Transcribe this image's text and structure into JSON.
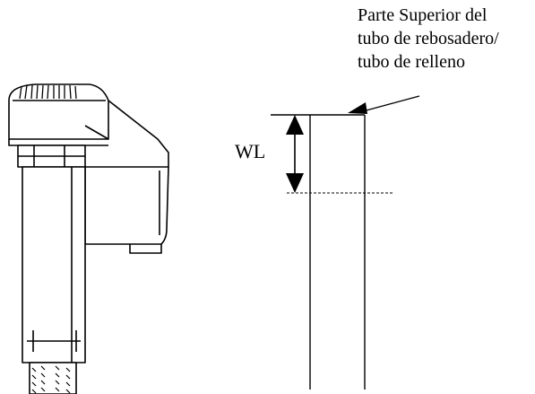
{
  "callout": {
    "line1": "Parte Superior del",
    "line2": "tubo de rebosadero/",
    "line3": "tubo de relleno"
  },
  "water_level_label": "WL",
  "colors": {
    "ink": "#000000",
    "background": "#ffffff"
  },
  "components": [
    "flush-valve-assembly-icon",
    "overflow-tube",
    "water-level-arrow",
    "callout-arrow"
  ]
}
